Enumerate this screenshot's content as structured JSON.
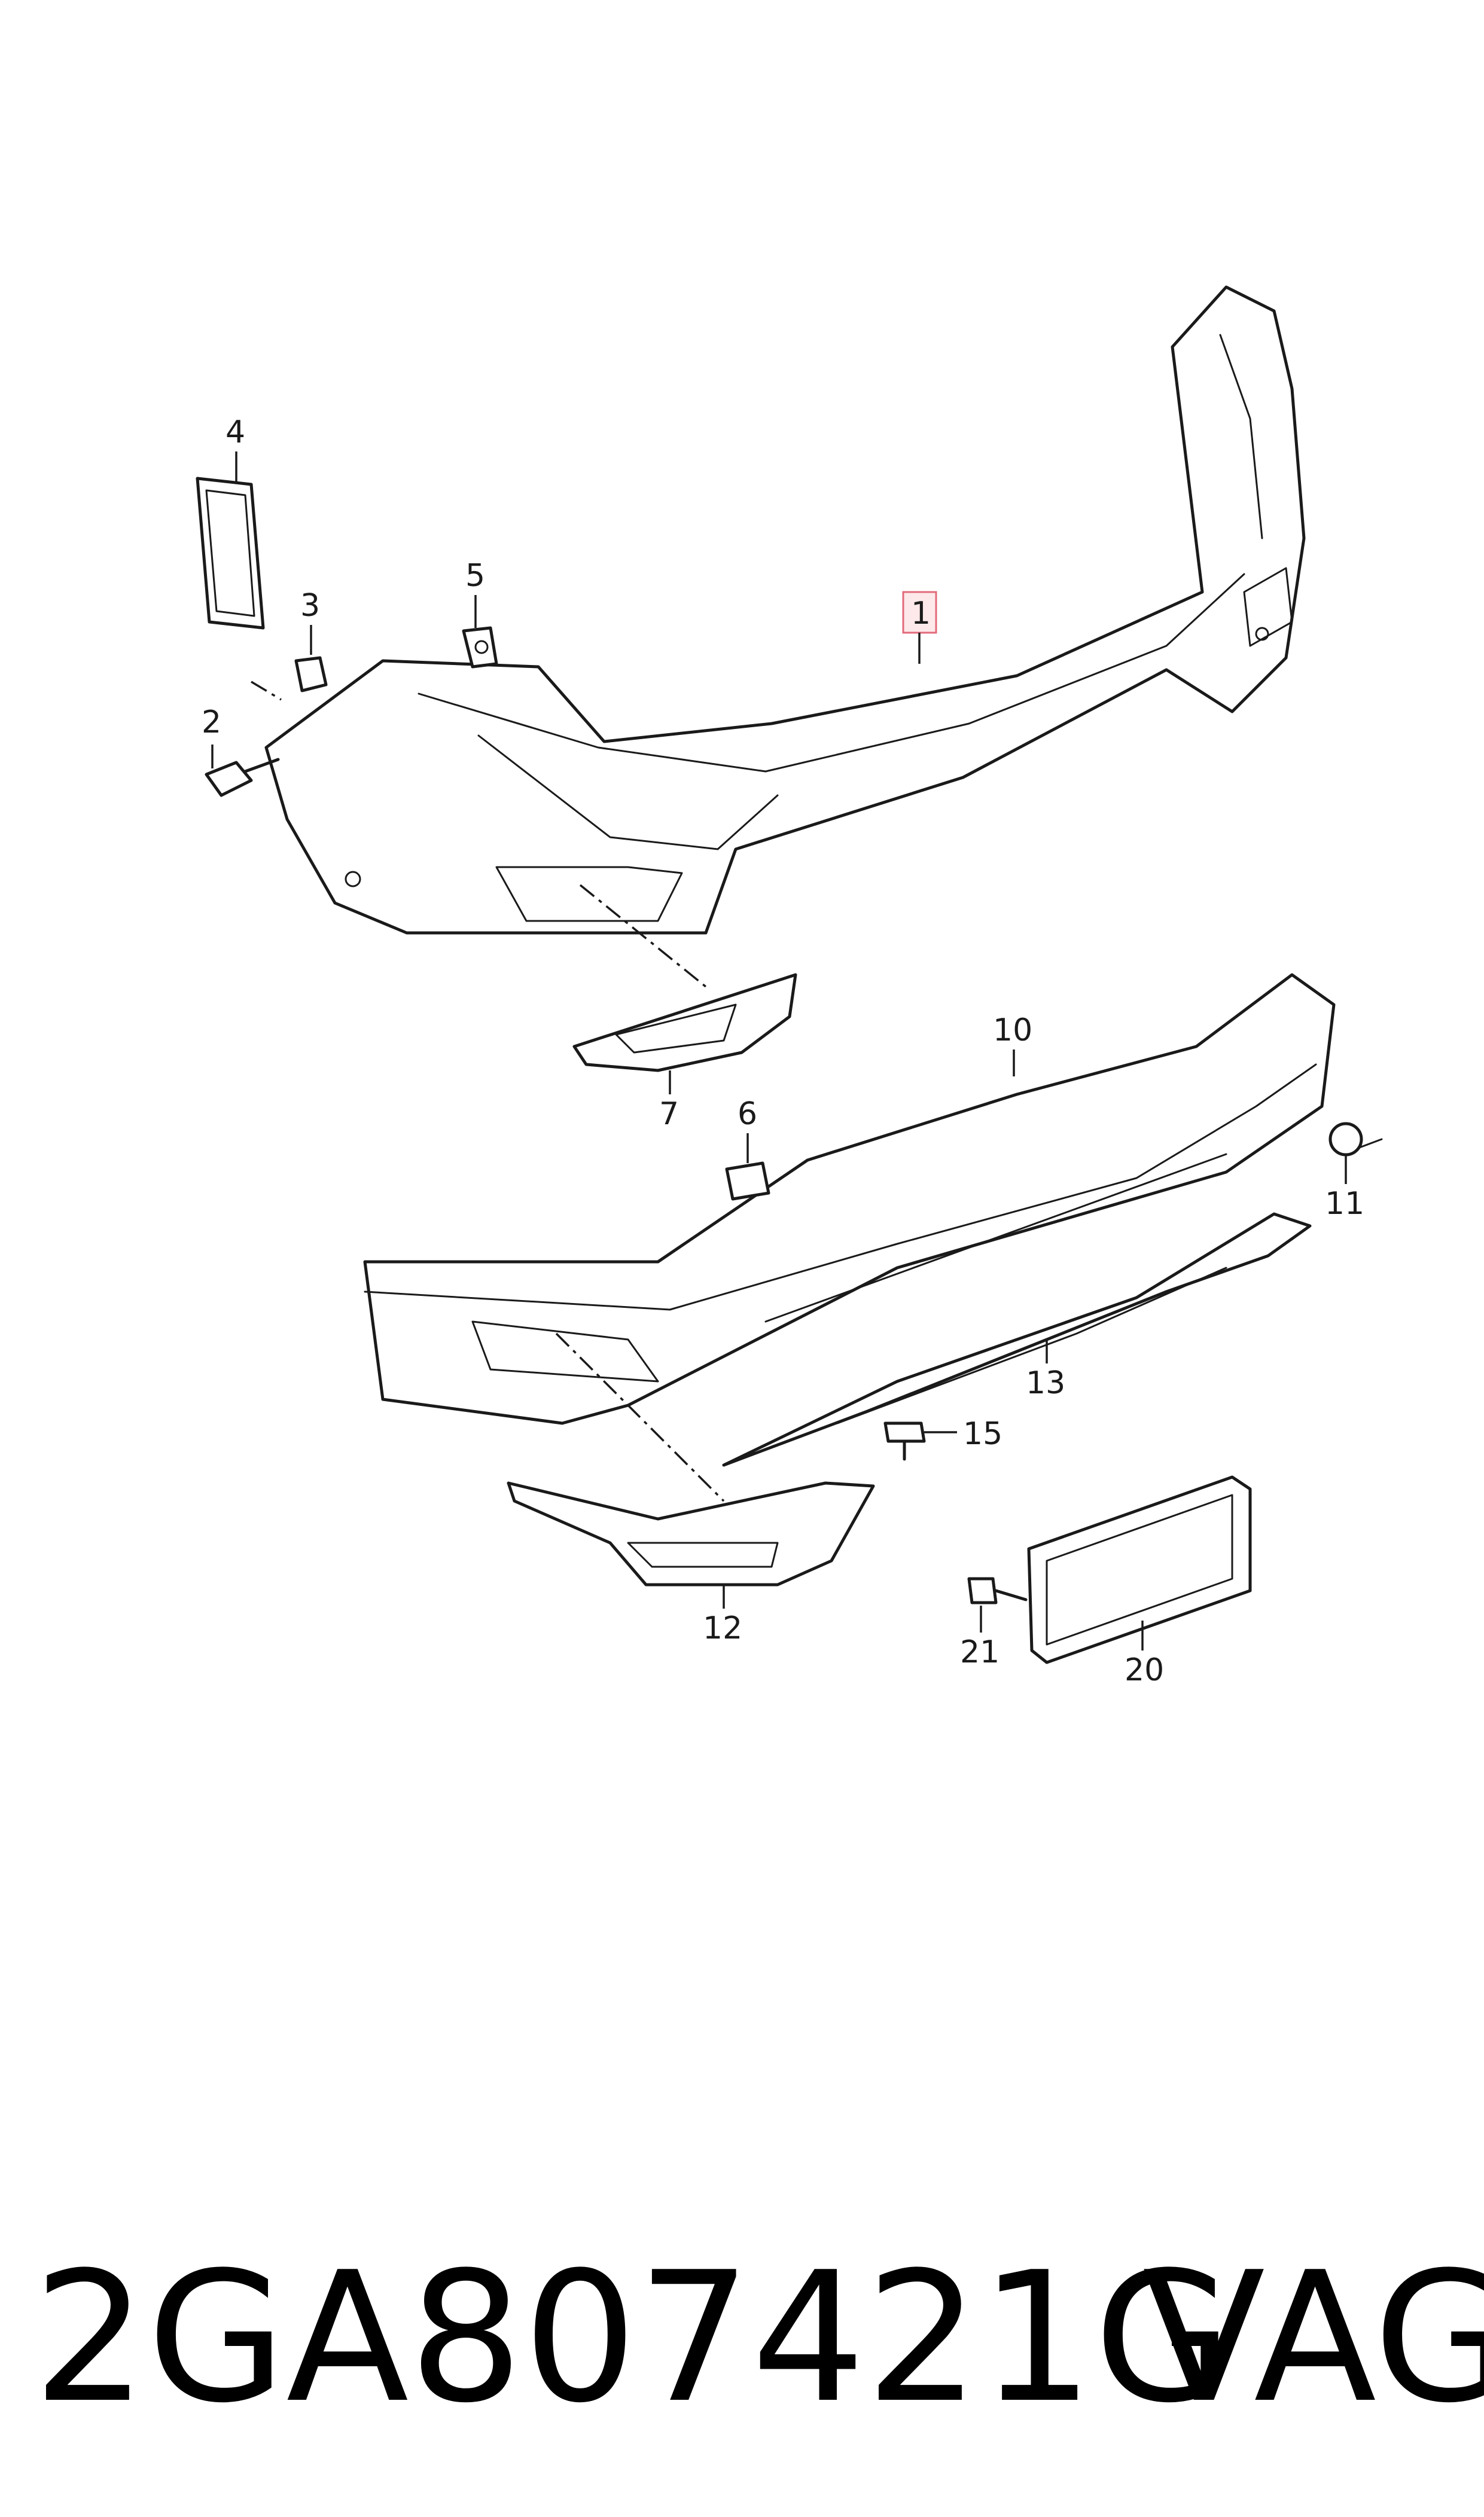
{
  "callouts": [
    {
      "id": "1",
      "label": "1"
    },
    {
      "id": "2",
      "label": "2"
    },
    {
      "id": "3",
      "label": "3"
    },
    {
      "id": "4",
      "label": "4"
    },
    {
      "id": "5",
      "label": "5"
    },
    {
      "id": "6",
      "label": "6"
    },
    {
      "id": "7",
      "label": "7"
    },
    {
      "id": "10",
      "label": "10"
    },
    {
      "id": "11",
      "label": "11"
    },
    {
      "id": "12",
      "label": "12"
    },
    {
      "id": "13",
      "label": "13"
    },
    {
      "id": "15",
      "label": "15"
    },
    {
      "id": "20",
      "label": "20"
    },
    {
      "id": "21",
      "label": "21"
    }
  ],
  "footer": {
    "part_number": "2GA807421G",
    "brand": "VAG"
  },
  "colors": {
    "line": "#1a1a1a",
    "highlight_fill": "#fde9ea",
    "highlight_stroke": "#e36a7a"
  }
}
